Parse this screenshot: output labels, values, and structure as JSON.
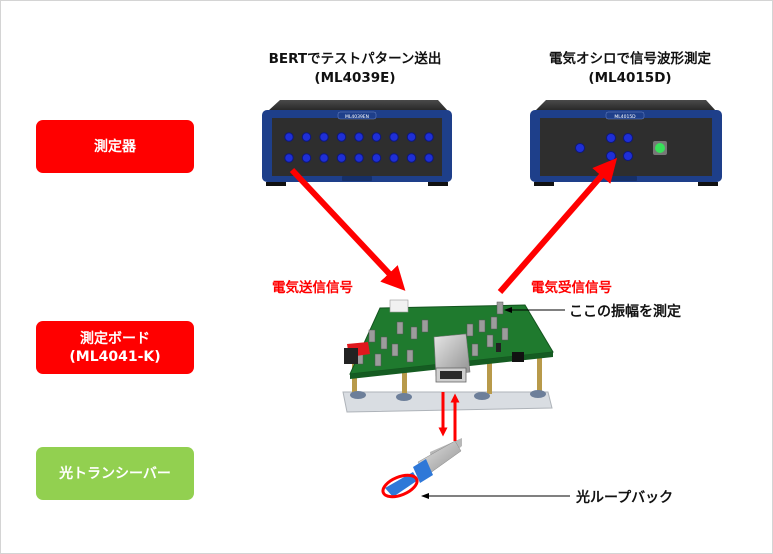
{
  "categories": {
    "instrument": "測定器",
    "board": [
      "測定ボード",
      "(ML4041-K)"
    ],
    "transceiver": "光トランシーバー"
  },
  "devices": {
    "bert": {
      "caption": [
        "BERTでテストパターン送出",
        "(ML4039E)"
      ],
      "panel_label": "ML4039EN"
    },
    "scope": {
      "caption": [
        "電気オシロで信号波形測定",
        "(ML4015D)"
      ],
      "panel_label": "ML4015D"
    }
  },
  "signals": {
    "transmit": "電気送信信号",
    "receive": "電気受信信号"
  },
  "annotations": {
    "measure_here": "ここの振幅を測定",
    "optical_loopback": "光ループバック"
  },
  "colors": {
    "accent_red": "#ff0000",
    "transceiver_green": "#92d050",
    "device_blue": "#1e3f8a",
    "pcb_green": "#1f7a2e"
  }
}
